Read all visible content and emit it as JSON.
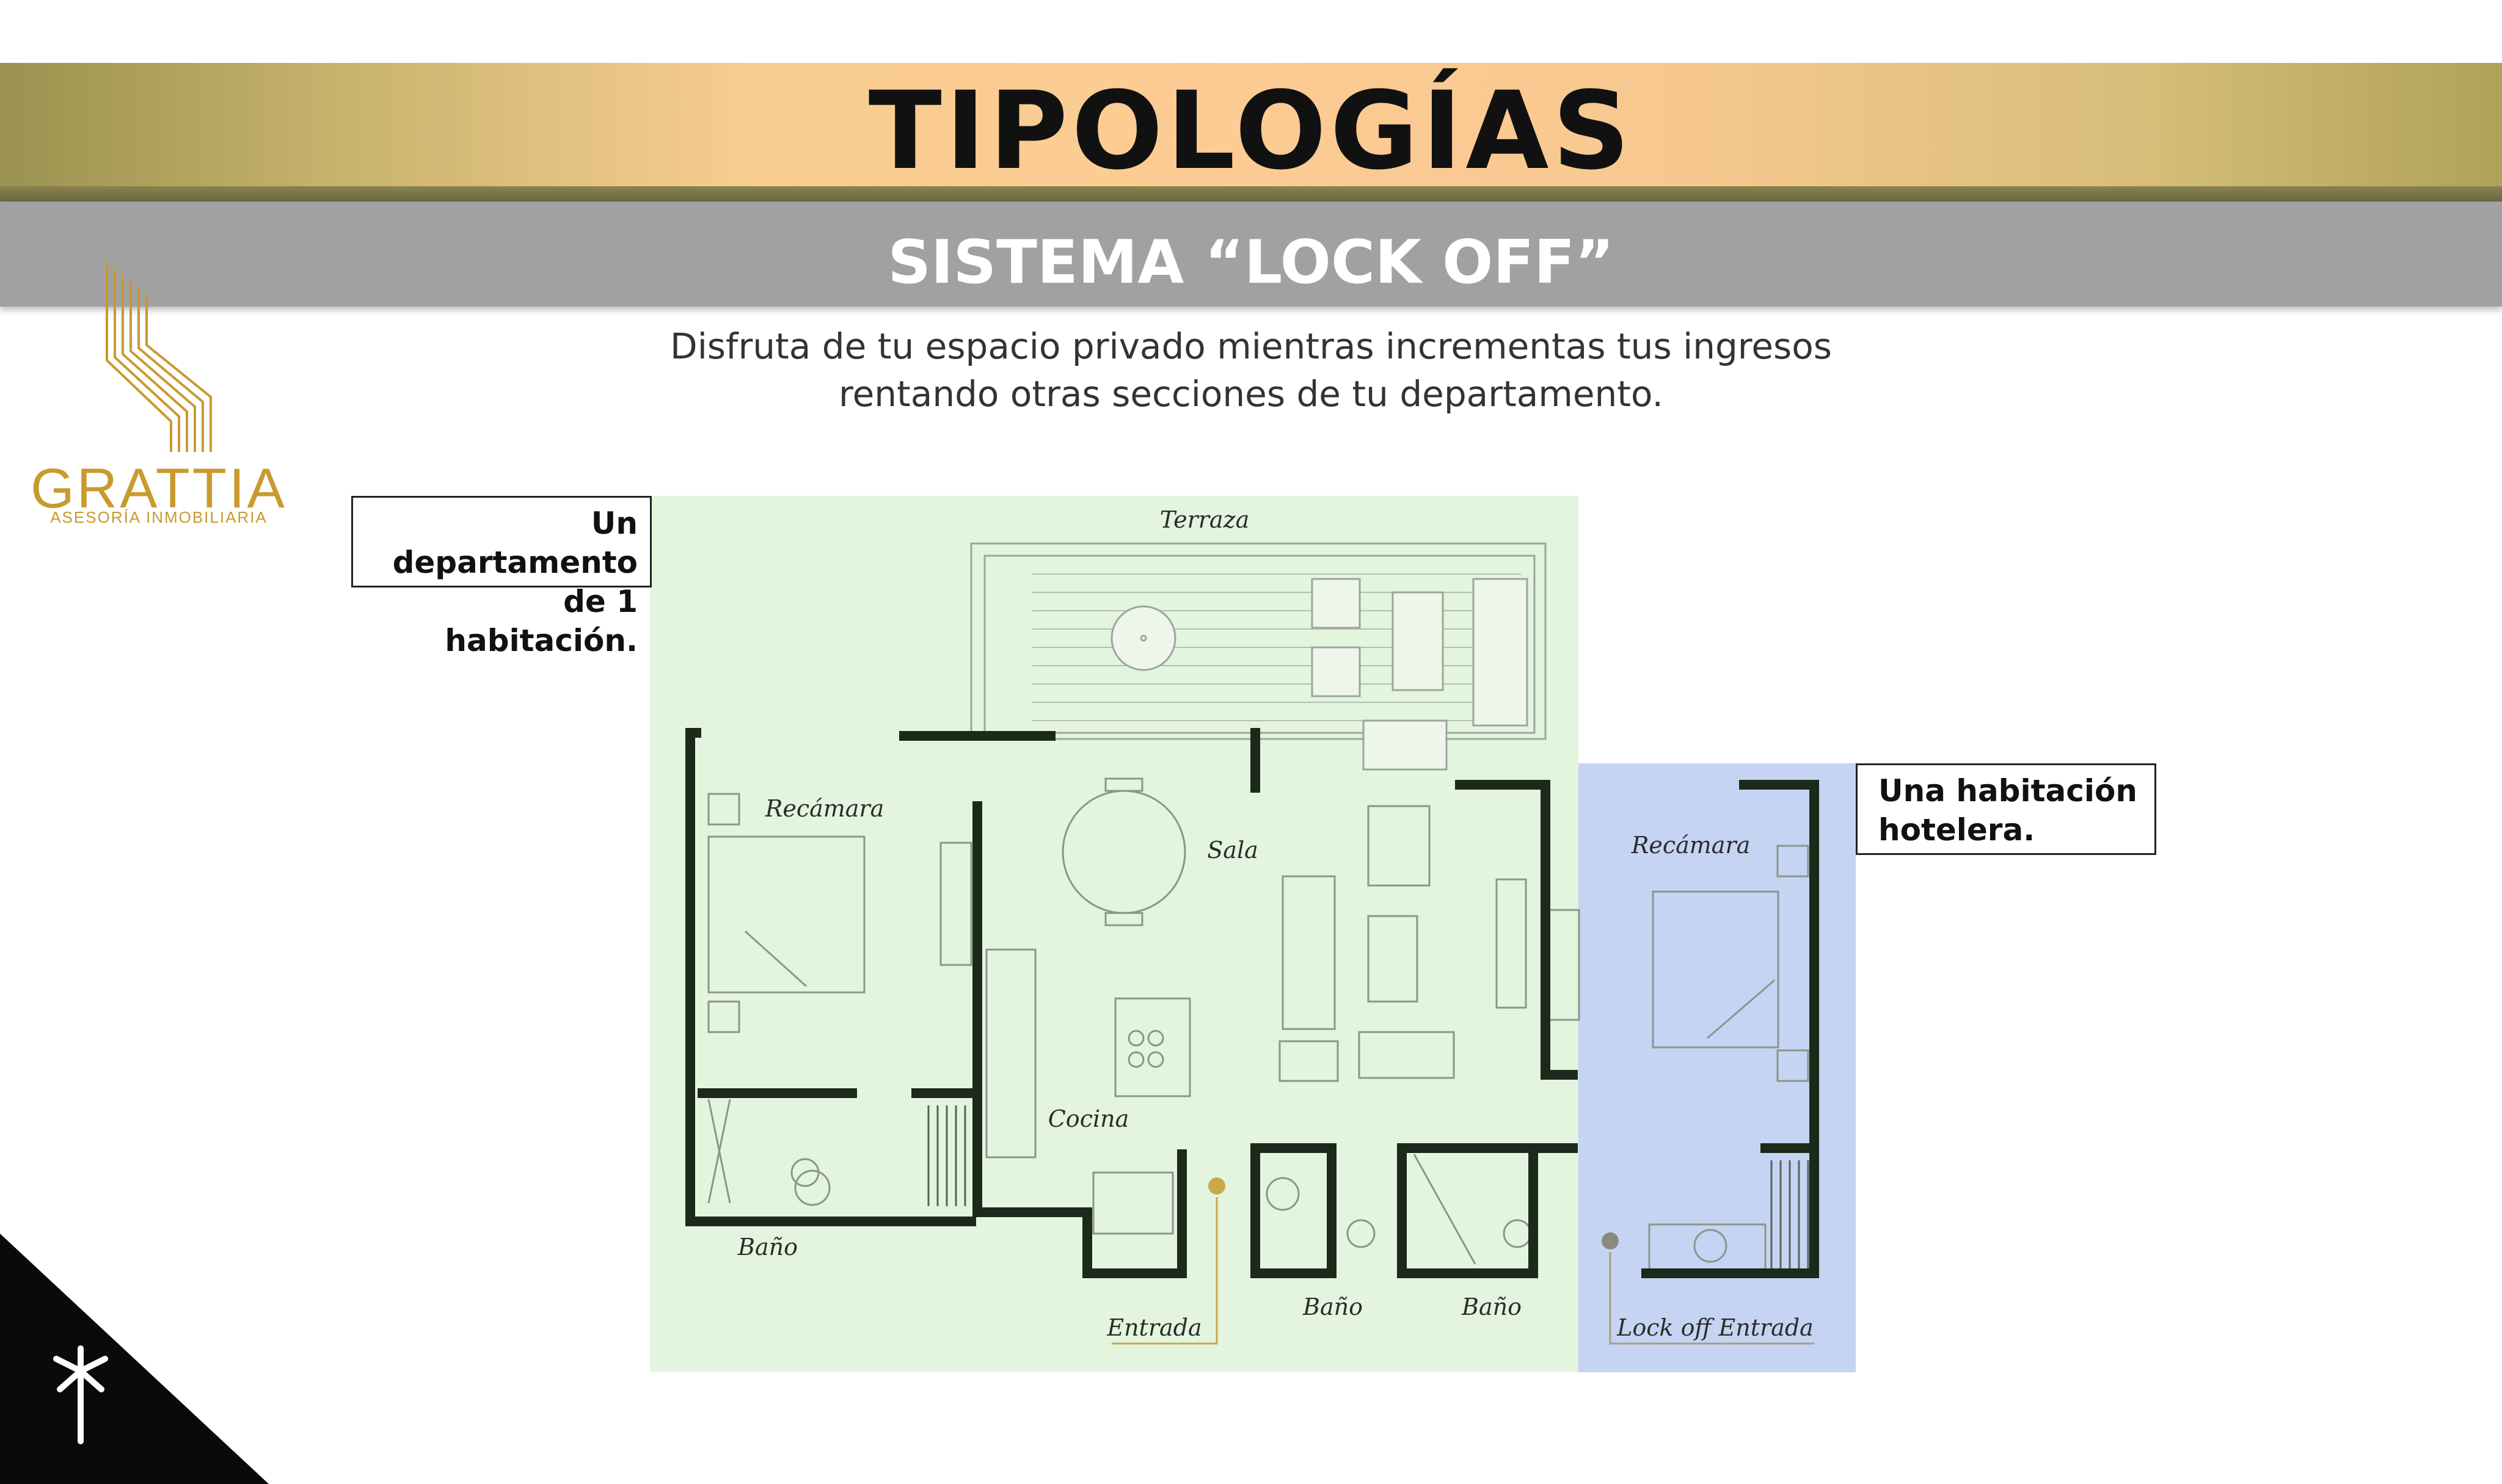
{
  "header": {
    "title": "TIPOLOGÍAS",
    "subtitle": "SISTEMA “LOCK OFF”",
    "description_line1": "Disfruta de tu espacio privado mientras incrementas tus ingresos",
    "description_line2": "rentando otras secciones de tu departamento."
  },
  "logo": {
    "name": "GRATTIA",
    "tagline": "ASESORÍA INMOBILIARIA",
    "color": "#c99a2e"
  },
  "callouts": {
    "left_line1": "Un departamento",
    "left_line2": "de 1 habitación.",
    "right_line1": "Una habitación",
    "right_line2": "hotelera."
  },
  "floorplan": {
    "labels": {
      "terraza": "Terraza",
      "recamara_1": "Recámara",
      "sala": "Sala",
      "recamara_2": "Recámara",
      "cocina": "Cocina",
      "bano_1": "Baño",
      "bano_2": "Baño",
      "bano_3": "Baño",
      "entrada": "Entrada",
      "lock_off_entrada": "Lock off Entrada"
    },
    "colors": {
      "apartment_zone": "#e3f5de",
      "hotel_zone": "#c5d4f2",
      "walls": "#1c2a1c",
      "marker": "#c9a84a"
    }
  }
}
